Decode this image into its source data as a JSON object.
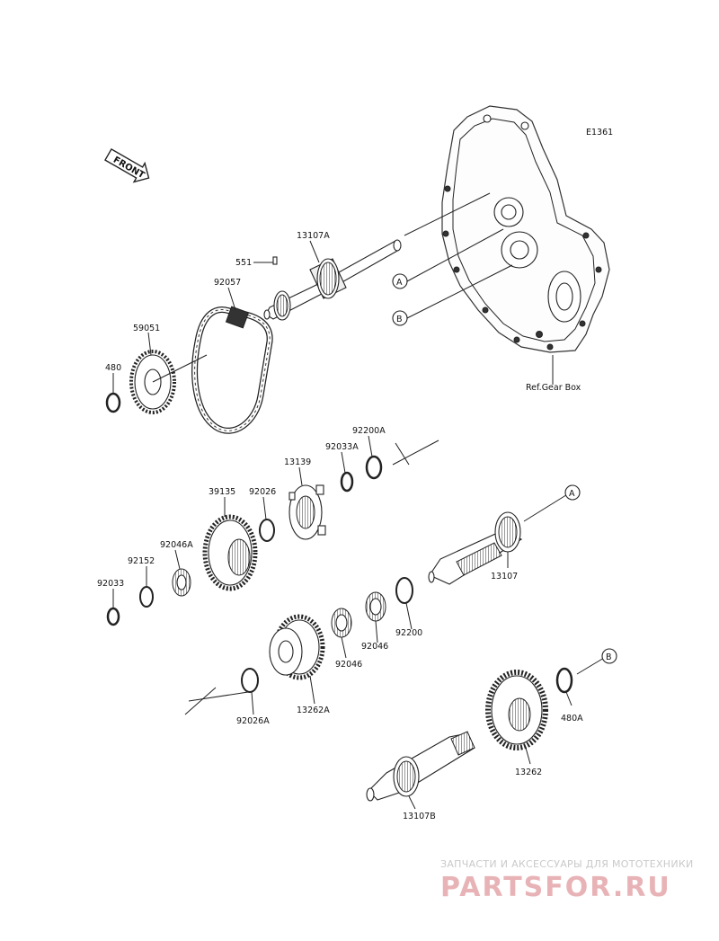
{
  "diagram_id": "E1361",
  "front_label": "FRONT",
  "ref_label": "Ref.Gear Box",
  "callouts": [
    "A",
    "A",
    "B",
    "B"
  ],
  "parts": {
    "p13107A": "13107A",
    "p551": "551",
    "p92057": "92057",
    "p59051": "59051",
    "p480": "480",
    "p92200A": "92200A",
    "p92033A": "92033A",
    "p13139": "13139",
    "p39135": "39135",
    "p92026": "92026",
    "p92046A": "92046A",
    "p92152": "92152",
    "p92033": "92033",
    "p13107": "13107",
    "p92200": "92200",
    "p92046a": "92046",
    "p92046b": "92046",
    "p13262A": "13262A",
    "p92026A": "92026A",
    "p480A": "480A",
    "p13262": "13262",
    "p13107B": "13107B"
  },
  "watermark": {
    "tagline": "ЗАПЧАСТИ И АКСЕССУАРЫ ДЛЯ МОТОТЕХНИКИ",
    "brand": "PARTSFOR.RU"
  }
}
